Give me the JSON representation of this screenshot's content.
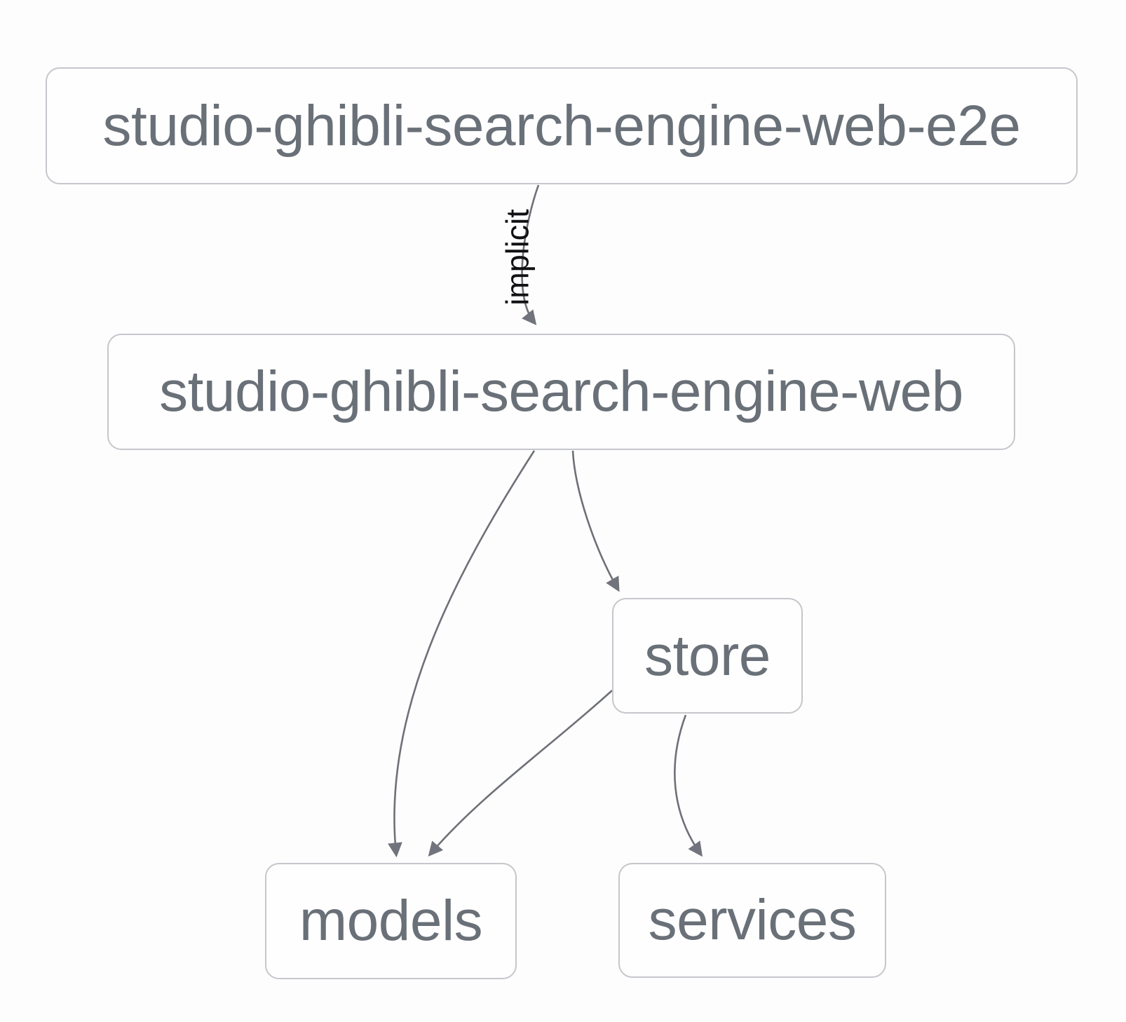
{
  "diagram": {
    "type": "dependency-graph",
    "nodes": [
      {
        "id": "studio-ghibli-search-engine-web-e2e",
        "label": "studio-ghibli-search-engine-web-e2e"
      },
      {
        "id": "studio-ghibli-search-engine-web",
        "label": "studio-ghibli-search-engine-web"
      },
      {
        "id": "store",
        "label": "store"
      },
      {
        "id": "models",
        "label": "models"
      },
      {
        "id": "services",
        "label": "services"
      }
    ],
    "edges": [
      {
        "from": "studio-ghibli-search-engine-web-e2e",
        "to": "studio-ghibli-search-engine-web",
        "label": "implicit"
      },
      {
        "from": "studio-ghibli-search-engine-web",
        "to": "models",
        "label": ""
      },
      {
        "from": "studio-ghibli-search-engine-web",
        "to": "store",
        "label": ""
      },
      {
        "from": "store",
        "to": "models",
        "label": ""
      },
      {
        "from": "store",
        "to": "services",
        "label": ""
      }
    ],
    "colors": {
      "background": "#fdfdfd",
      "node_border": "#c6c7cc",
      "node_fill": "#fefefe",
      "node_text": "#6a7078",
      "edge_stroke": "#6e7177",
      "arrowhead": "#71747c",
      "edge_label_text": "#111114"
    }
  }
}
